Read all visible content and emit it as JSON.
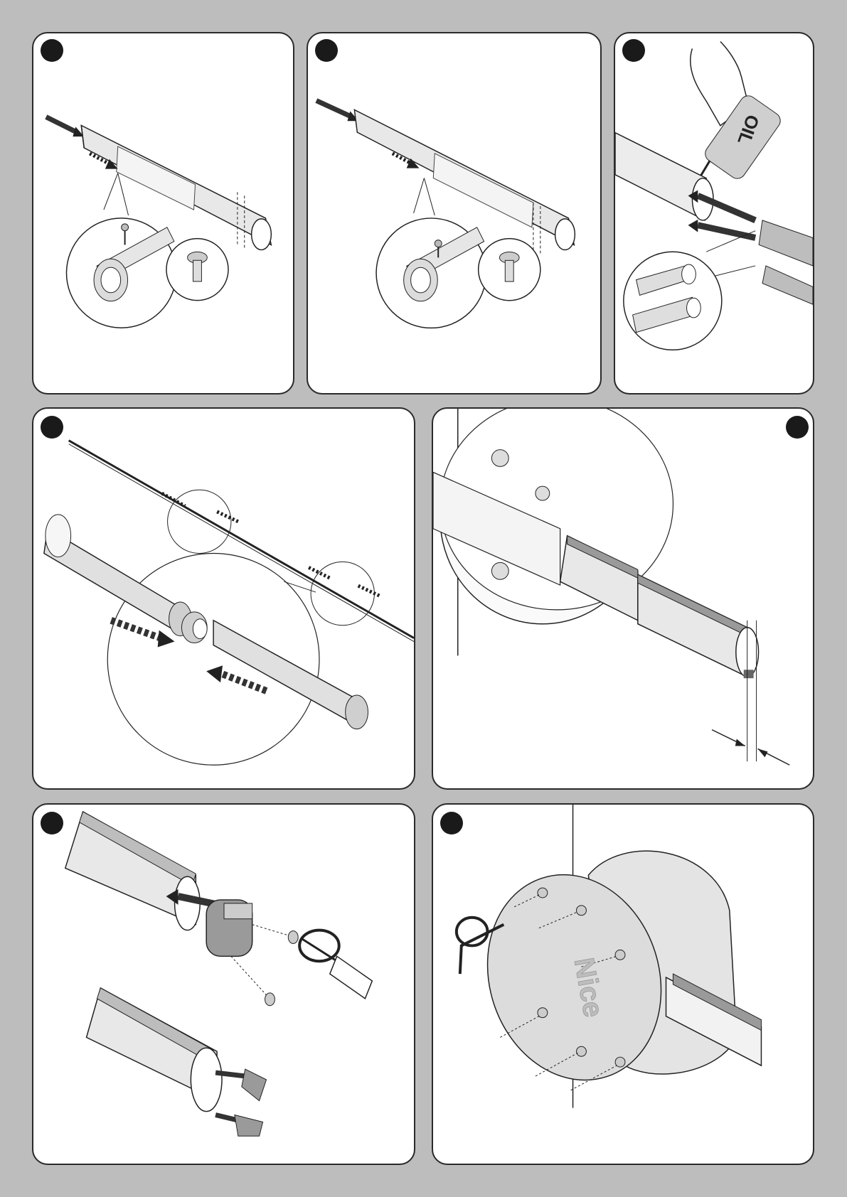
{
  "colors": {
    "page_background": "#bdbdbd",
    "panel_background": "#ffffff",
    "panel_border": "#2a2a2a",
    "step_marker": "#1a1a1a",
    "part_fill": "#e2e2e2",
    "cap_fill": "#9a9a9a"
  },
  "panels": [
    {
      "id": "p1",
      "icons": [
        "rail-profile",
        "insert-arrow",
        "screw-icon",
        "zoom-circle"
      ]
    },
    {
      "id": "p2",
      "icons": [
        "rail-profile",
        "insert-arrow",
        "screw-icon",
        "zoom-circle"
      ]
    },
    {
      "id": "p3",
      "icons": [
        "hand-icon",
        "oil-bottle-icon",
        "rail-profile",
        "zoom-circle"
      ]
    },
    {
      "id": "p4",
      "icons": [
        "rod-icon",
        "rail-profile",
        "joint-sleeve-icon",
        "zoom-circle"
      ]
    },
    {
      "id": "p5",
      "icons": [
        "motor-housing-icon",
        "rail-profile",
        "dimension-arrow"
      ]
    },
    {
      "id": "p6",
      "icons": [
        "rail-profile",
        "end-cap-icon",
        "screwdriver-icon",
        "rotate-icon"
      ]
    },
    {
      "id": "p7",
      "icons": [
        "motor-housing-icon",
        "allen-key-icon",
        "rotate-icon"
      ]
    }
  ],
  "oil_bottle_label": "OIL",
  "brand_logo": "Nice"
}
